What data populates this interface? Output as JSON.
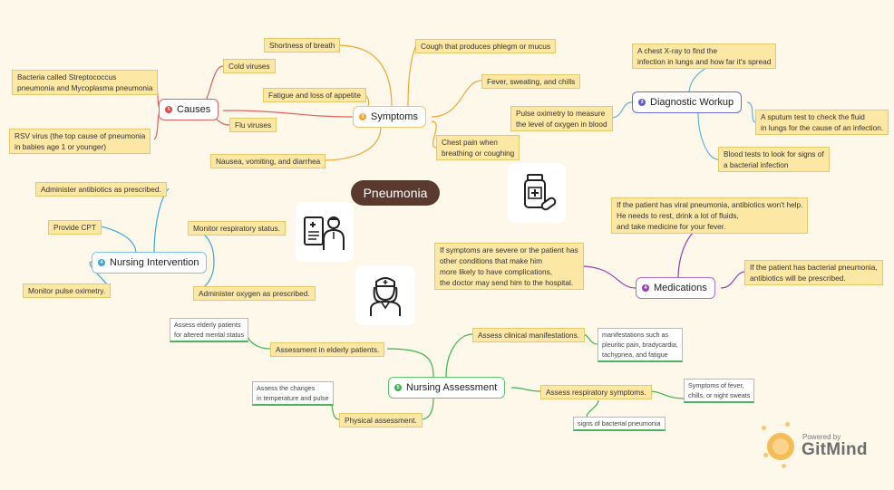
{
  "root": {
    "label": "Pneumonia"
  },
  "causes": {
    "label": "Causes",
    "number": "1",
    "color": "#e04a4a",
    "items": [
      "Cold viruses",
      "Bacteria called Streptococcus\npneumonia and Mycoplasma pneumonia",
      "Flu viruses",
      "RSV virus (the top cause of pneumonia\nin babies age 1 or younger)"
    ]
  },
  "symptoms": {
    "label": "Symptoms",
    "number": "2",
    "color": "#f2a630",
    "items": [
      "Shortness of breath",
      "Cough that produces phlegm or mucus",
      "Fever, sweating, and chills",
      "Fatigue and loss of appetite",
      "Chest pain when\nbreathing or coughing",
      "Nausea, vomiting, and diarrhea"
    ]
  },
  "diagnostic": {
    "label": "Diagnostic Workup",
    "number": "3",
    "color": "#5b5bd6",
    "items": [
      "A chest X-ray to find the\ninfection in lungs and how far it's spread",
      "Pulse oximetry to measure\nthe level of oxygen in blood",
      "A sputum test to check the fluid\nin lungs for the cause of an infection.",
      "Blood tests to look for signs of\na bacterial infection"
    ]
  },
  "intervention": {
    "label": "Nursing Intervention",
    "number": "4",
    "color": "#3aa7d9",
    "items": [
      "Administer antibiotics as prescribed.",
      "Provide CPT",
      "Monitor respiratory status.",
      "Monitor pulse oximetry.",
      "Administer oxygen as prescribed."
    ]
  },
  "medications": {
    "label": "Medications",
    "number": "4",
    "color": "#9b3fb5",
    "items": [
      "If the patient has viral pneumonia, antibiotics won't help.\nHe needs to rest, drink a lot of fluids,\nand take medicine for your fever.",
      "If symptoms are severe or the patient has\nother conditions that make him\nmore likely to have complications,\nthe doctor may send him to the hospital.",
      "If the patient has bacterial pneumonia,\nantibiotics will be prescribed."
    ]
  },
  "assessment": {
    "label": "Nursing Assessment",
    "number": "5",
    "color": "#3bb54a",
    "items": [
      "Assessment in elderly patients.",
      "Assess clinical manifestations.",
      "Assess respiratory symptoms.",
      "Physical assessment."
    ],
    "notes": [
      "Assess elderly patients\nfor altered mental status",
      "manifestations such as\npleuritic pain, bradycardia,\ntachypnea, and fatigue",
      "Symptoms of fever,\nchills, or night sweats",
      "signs of bacterial pneumonia",
      "Assess the changes\nin temperature and pulse"
    ]
  },
  "icons": [
    "medicine-bottle-icon",
    "doctor-chart-icon",
    "nurse-icon"
  ],
  "brand": {
    "powered": "Powered by",
    "name": "GitMind"
  }
}
